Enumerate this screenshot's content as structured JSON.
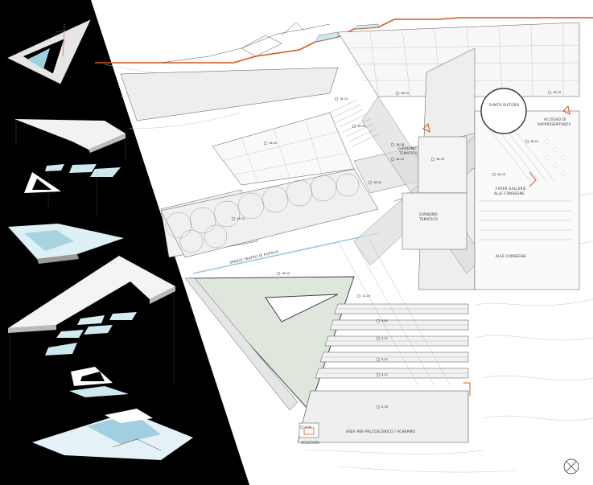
{
  "colors": {
    "panel": "#000000",
    "plan_bg": "#ffffff",
    "section_line": "#d9531e",
    "glass": "#cfe8f0",
    "lawn": "#dfe6dc",
    "line": "#555555"
  },
  "labels": {
    "punto_ristoro": "PUNTO RISTORO",
    "accesso": "ACCESSO DI",
    "rappresentanza": "RAPPRESENTANZA",
    "foyer": "FOYER  GALLERIE",
    "alle_consegne_1": "ALLE CONSEGNE",
    "giardino_1": "GIARDINO",
    "tematico_1": "TEMATICO",
    "giardino_2": "GIARDINO",
    "tematico_2": "TEMATICO",
    "alle_consegne_2": "ALLE CONSEGNE",
    "area_palcoscenico": "AREA PER PALCOSCENICO / SCHERMO",
    "scultura": "SCULTURA",
    "spazio": "SPAZIO TEATRO DI POPOLO"
  },
  "levels": {
    "l1": "18.15",
    "l2": "18.15",
    "l3": "18.15",
    "l4": "18.15",
    "l5": "18.43",
    "l6": "18.15",
    "l7": "18.15",
    "l8": "18.18",
    "l9": "18.15",
    "l10": "18.15",
    "l11": "18.15",
    "l12": "18.15",
    "l13": "18.15",
    "l14": "12.15",
    "l15": "3.61",
    "l16": "3.01",
    "l17": "3.01",
    "l18": "3.21",
    "l19": "0.35",
    "l20": "0.00"
  },
  "icons": [
    "north-arrow-icon"
  ]
}
